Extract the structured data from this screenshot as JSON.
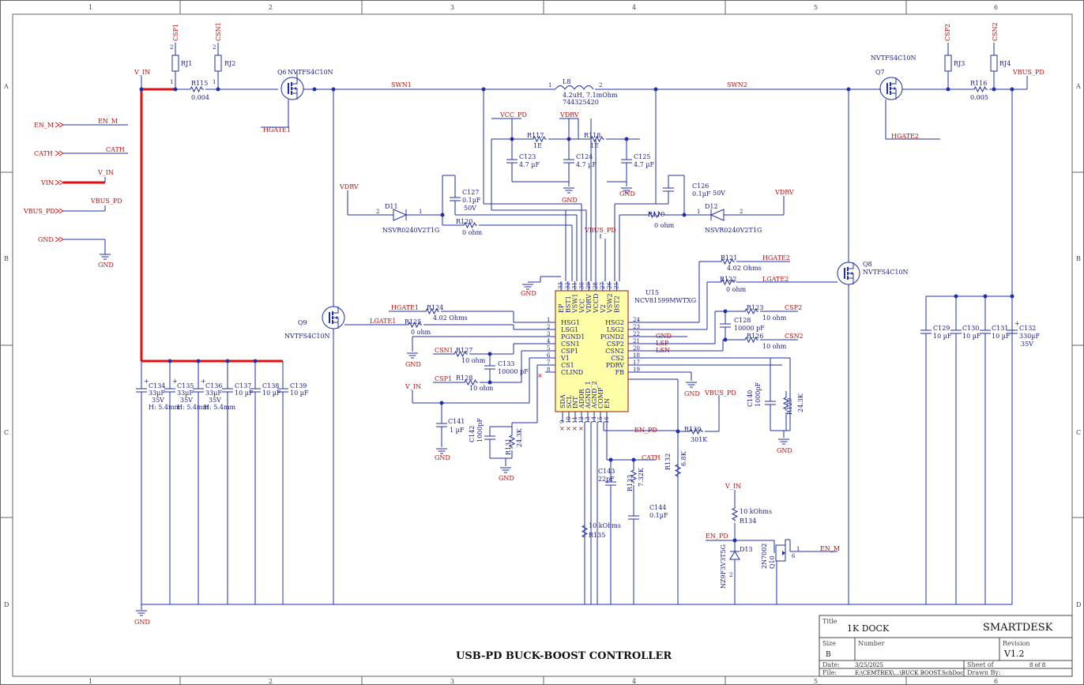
{
  "frame": {
    "cols": [
      "1",
      "2",
      "3",
      "4",
      "5",
      "6"
    ],
    "rows": [
      "A",
      "B",
      "C",
      "D"
    ]
  },
  "sheet_title": "USB-PD BUCK-BOOST CONTROLLER",
  "title_block": {
    "title_label": "Title",
    "title": "1K DOCK",
    "company": "SMARTDESK",
    "size_label": "Size",
    "size": "B",
    "number_label": "Number",
    "revision_label": "Revision",
    "revision": "V1.2",
    "date_label": "Date:",
    "date": "3/25/2025",
    "sheet_label": "Sheet   of",
    "sheet": "8 of 8",
    "file_label": "File:",
    "file": "E:\\CEMTREX\\...\\BUCK BOOST.SchDoc",
    "drawn_label": "Drawn By:"
  },
  "ports": [
    {
      "label": "EN_M",
      "net": "EN_M"
    },
    {
      "label": "CATH",
      "net": "CATH"
    },
    {
      "label": "VIN",
      "net": "V_IN"
    },
    {
      "label": "VBUS_PD",
      "net": "VBUS_PD"
    },
    {
      "label": "GND",
      "net": "GND"
    }
  ],
  "nets": {
    "v_in": "V_IN",
    "csp1": "CSP1",
    "csn1": "CSN1",
    "csp2": "CSP2",
    "csn2": "CSN2",
    "swn1": "SWN1",
    "swn2": "SWN2",
    "hgate1": "HGATE1",
    "hgate2": "HGATE2",
    "lgate1": "LGATE1",
    "lgate2": "LGATE2",
    "vcc_pd": "VCC_PD",
    "vdrv": "VDRV",
    "vbus_pd": "VBUS_PD",
    "en_pd": "EN_PD",
    "cath": "CATH",
    "en_m": "EN_M",
    "gnd": "GND",
    "lsp": "LSP",
    "lsn": "LSN"
  },
  "components": {
    "rj1": "RJ1",
    "rj2": "RJ2",
    "rj3": "RJ3",
    "rj4": "RJ4",
    "r115": "R115",
    "r115v": "0.004",
    "r116": "R116",
    "r116v": "0.005",
    "q6": "Q6",
    "q6p": "NVTFS4C10N",
    "q7": "Q7",
    "q7p": "NVTFS4C10N",
    "q8": "Q8",
    "q8p": "NVTFS4C10N",
    "q9": "Q9",
    "q9p": "NVTFS4C10N",
    "l8": "L8",
    "l8v": "4.2uH, 7.1mOhm",
    "l8p": "744325420",
    "r117": "R117",
    "r117v": "1E",
    "r118": "R118",
    "r118v": "1E",
    "c123": "C123",
    "c123v": "4.7 µF",
    "c124": "C124",
    "c124v": "4.7 µF",
    "c125": "C125",
    "c125v": "4.7 µF",
    "c127": "C127",
    "c127v": "0.1µF",
    "c127r": "50V",
    "c126": "C126",
    "c126v": "0.1µF",
    "c126r": "50V",
    "d11": "D11",
    "d11p": "NSVR0240V2T1G",
    "d12": "D12",
    "d12p": "NSVR0240V2T1G",
    "r120": "R120",
    "r120v": "0 ohm",
    "r119": "R119",
    "r119v": "0 ohm",
    "r121": "R121",
    "r121v": "4.02 Ohms",
    "r122": "R122",
    "r122v": "0 ohm",
    "r124": "R124",
    "r124v": "4.02 Ohms",
    "r125": "R125",
    "r125v": "0 ohm",
    "r123": "R123",
    "r123v": "10 ohm",
    "r126": "R126",
    "r126v": "10 ohm",
    "r127": "R127",
    "r127v": "10 ohm",
    "r128": "R128",
    "r128v": "10 ohm",
    "c128": "C128",
    "c128v": "10000 pF",
    "c133": "C133",
    "c133v": "10000 pF",
    "u15": "U15",
    "u15p": "NCV81599MWTXG",
    "c140": "C140",
    "c140v": "1000pF",
    "r129": "R129",
    "r129v": "24.3K",
    "r130": "R130",
    "r130v": "301K",
    "r132": "R132",
    "r132v": "6.8K",
    "c141": "C141",
    "c141v": "1 µF",
    "c142": "C142",
    "c142v": "1000pF",
    "r131": "R131",
    "r131v": "24.3K",
    "c143": "C143",
    "c143v": "22pF",
    "r133": "R133",
    "r133v": "7.32K",
    "c144": "C144",
    "c144v": "0.1µF",
    "r135": "R135",
    "r135v": "10 kOhms",
    "r134": "R134",
    "r134v": "10 kOhms",
    "d13": "D13",
    "d13p": "NZ9F3V3T5G",
    "q10": "Q10",
    "q10p": "2N7002",
    "c134": "C134",
    "c134v": "33µF",
    "c134r": "35V",
    "c134h": "H: 5.4mm",
    "c135": "C135",
    "c135v": "33µF",
    "c135r": "35V",
    "c135h": "H: 5.4mm",
    "c136": "C136",
    "c136v": "33µF",
    "c136r": "35V",
    "c136h": "H: 5.4mm",
    "c137": "C137",
    "c137v": "10 µF",
    "c138": "C138",
    "c138v": "10 µF",
    "c139": "C139",
    "c139v": "10 µF",
    "c129": "C129",
    "c129v": "10 µF",
    "c130": "C130",
    "c130v": "10 µF",
    "c131": "C131",
    "c131v": "10 µF",
    "c132": "C132",
    "c132v": "330µF",
    "c132r": "35V"
  },
  "u15_left_pins": [
    {
      "num": "1",
      "name": "HSG1"
    },
    {
      "num": "2",
      "name": "LSG1"
    },
    {
      "num": "3",
      "name": "PGND1"
    },
    {
      "num": "4",
      "name": "CSN1"
    },
    {
      "num": "5",
      "name": "CSP1"
    },
    {
      "num": "6",
      "name": "V1"
    },
    {
      "num": "7",
      "name": "CS1"
    },
    {
      "num": "8",
      "name": "CLIND"
    }
  ],
  "u15_right_pins": [
    {
      "num": "24",
      "name": "HSG2"
    },
    {
      "num": "23",
      "name": "LSG2"
    },
    {
      "num": "22",
      "name": "PGND2"
    },
    {
      "num": "21",
      "name": "CSP2"
    },
    {
      "num": "20",
      "name": "CSN2"
    },
    {
      "num": "18",
      "name": "CS2"
    },
    {
      "num": "17",
      "name": "PDRV"
    },
    {
      "num": "19",
      "name": "FB"
    }
  ],
  "u15_top_pins": [
    {
      "num": "33",
      "name": "EP"
    },
    {
      "num": "32",
      "name": "BST1"
    },
    {
      "num": "31",
      "name": "VSW1"
    },
    {
      "num": "30",
      "name": "VCC"
    },
    {
      "num": "29",
      "name": "VDRV"
    },
    {
      "num": "28",
      "name": "VCCD"
    },
    {
      "num": "27",
      "name": "V2"
    },
    {
      "num": "26",
      "name": "VSW2"
    },
    {
      "num": "25",
      "name": "BST2"
    }
  ],
  "u15_bottom_pins": [
    {
      "num": "9",
      "name": "SDA"
    },
    {
      "num": "10",
      "name": "SCL"
    },
    {
      "num": "11",
      "name": "INT"
    },
    {
      "num": "12",
      "name": "ADDR"
    },
    {
      "num": "13",
      "name": "AGND_1"
    },
    {
      "num": "14",
      "name": "AGND_2"
    },
    {
      "num": "15",
      "name": "COMP"
    },
    {
      "num": "16",
      "name": "EN"
    }
  ]
}
